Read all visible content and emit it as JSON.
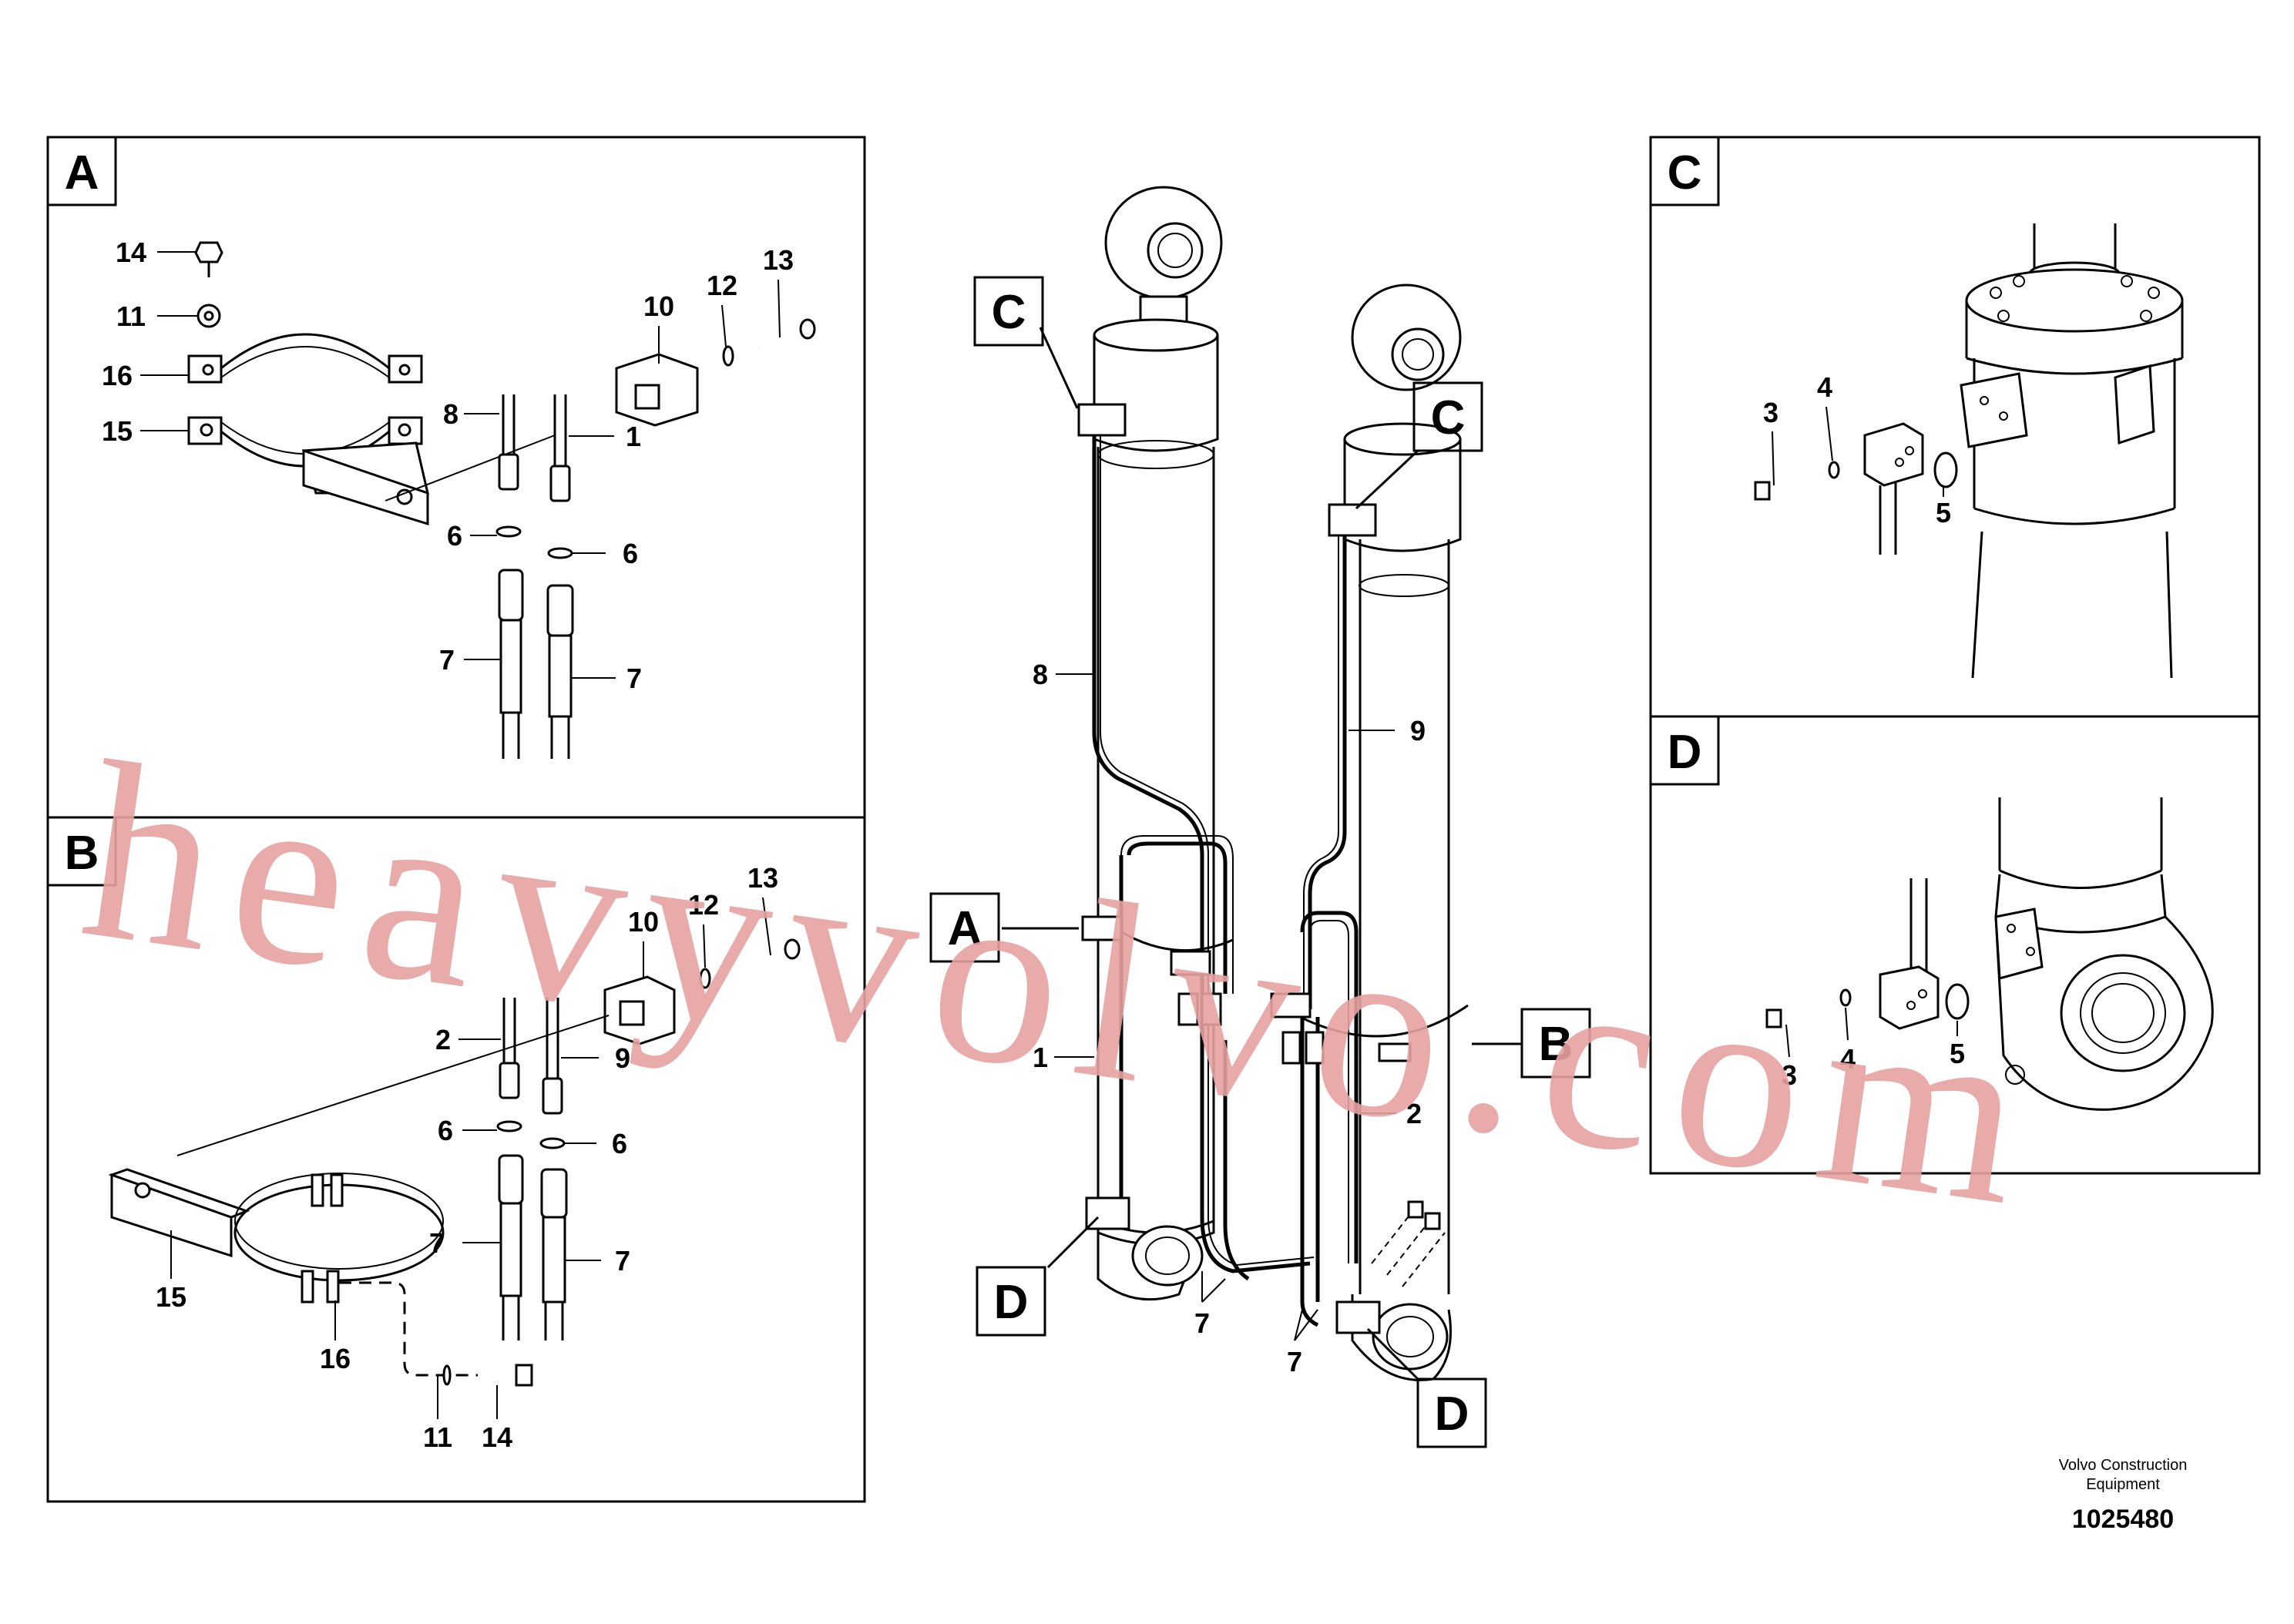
{
  "sections": {
    "A": "A",
    "B": "B",
    "C": "C",
    "D": "D"
  },
  "panel_a_labels": [
    "14",
    "11",
    "16",
    "15",
    "10",
    "12",
    "13",
    "8",
    "1",
    "6",
    "6",
    "7",
    "7"
  ],
  "panel_b_labels": [
    "12",
    "13",
    "10",
    "2",
    "9",
    "6",
    "6",
    "7",
    "7",
    "15",
    "16",
    "11",
    "14"
  ],
  "panel_c_labels": [
    "3",
    "4",
    "5"
  ],
  "panel_d_labels": [
    "3",
    "4",
    "5"
  ],
  "main_labels": [
    "C",
    "C",
    "8",
    "9",
    "A",
    "B",
    "1",
    "2",
    "D",
    "D",
    "7",
    "7"
  ],
  "watermark": "heavyvolvo.com",
  "footer": {
    "company_line1": "Volvo Construction",
    "company_line2": "Equipment",
    "drawing_number": "1025480"
  }
}
